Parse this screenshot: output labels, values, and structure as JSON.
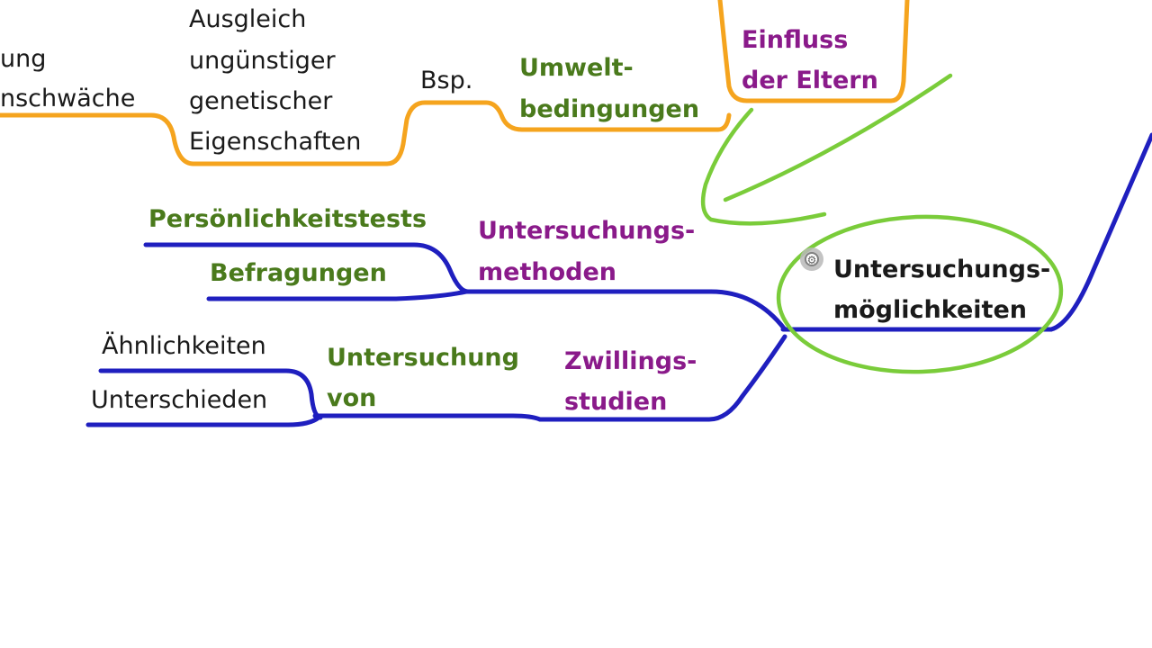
{
  "colors": {
    "blue_branch": "#1f1fbf",
    "orange_branch": "#f5a41e",
    "green_highlight": "#7acc3a",
    "green_text": "#4a7a1c",
    "purple_text": "#8a1a8a",
    "black_text": "#1a1a1a"
  },
  "central_topic": {
    "line1": "Untersuchungs-",
    "line2": "möglichkeiten"
  },
  "methods_branch": {
    "title_line1": "Untersuchungs-",
    "title_line2": "methoden",
    "children": [
      "Persönlichkeitstests",
      "Befragungen"
    ]
  },
  "twins_branch": {
    "title_line1": "Zwillings-",
    "title_line2": "studien",
    "sub_line1": "Untersuchung",
    "sub_line2": "von",
    "children": [
      "Ähnlichkeiten",
      "Unterschieden"
    ]
  },
  "environment_branch": {
    "title_line1": "Einfluss",
    "title_line2": "der Eltern",
    "sub_line1": "Umwelt-",
    "sub_line2": "bedingungen",
    "example_label": "Bsp.",
    "example_lines": [
      "Ausgleich",
      "ungünstiger",
      "genetischer",
      "Eigenschaften"
    ],
    "cut_lines": [
      "ung",
      "nschwäche"
    ]
  },
  "icons": {
    "node_badge": "gear-icon"
  }
}
